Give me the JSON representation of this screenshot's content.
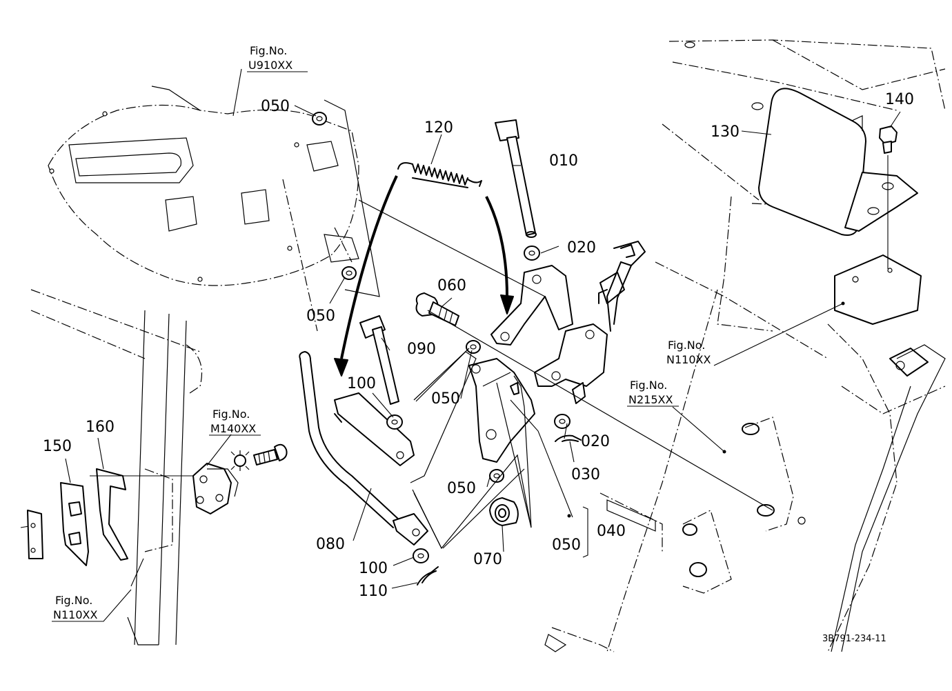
{
  "callouts": {
    "p050a": "050",
    "p050b": "050",
    "p050c": "050",
    "p050d": "050",
    "p050e": "050",
    "p010": "010",
    "p020a": "020",
    "p020b": "020",
    "p030": "030",
    "p040": "040",
    "p060": "060",
    "p070": "070",
    "p080": "080",
    "p090": "090",
    "p100a": "100",
    "p100b": "100",
    "p110": "110",
    "p120": "120",
    "p130": "130",
    "p140": "140",
    "p150": "150",
    "p160": "160"
  },
  "figrefs": {
    "u910": {
      "label": "Fig.No.",
      "code": "U910XX"
    },
    "m140": {
      "label": "Fig.No.",
      "code": "M140XX"
    },
    "n110_left": {
      "label": "Fig.No.",
      "code": "N110XX"
    },
    "n110_right": {
      "label": "Fig.No.",
      "code": "N110XX"
    },
    "n215": {
      "label": "Fig.No.",
      "code": "N215XX"
    }
  },
  "drawing_number": "3B791-234-11"
}
